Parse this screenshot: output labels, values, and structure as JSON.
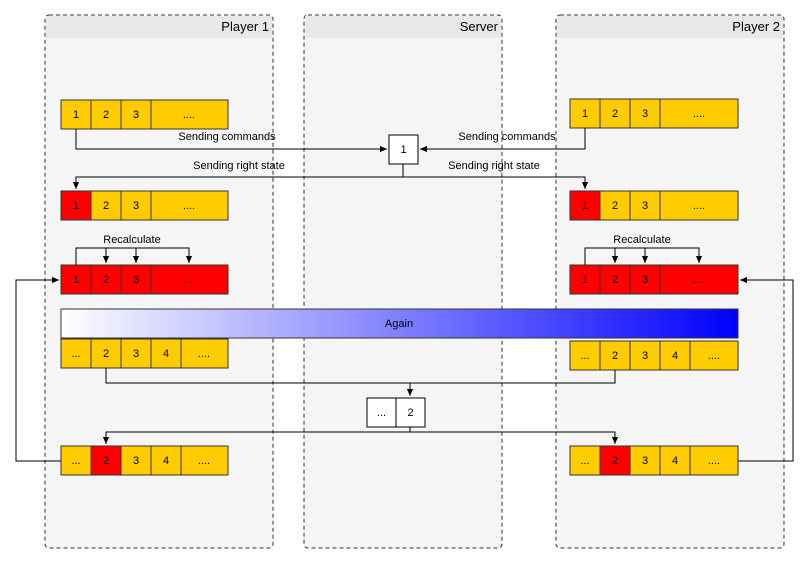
{
  "lanes": {
    "player1": "Player 1",
    "server": "Server",
    "player2": "Player 2"
  },
  "cells": {
    "one": "1",
    "two": "2",
    "three": "3",
    "four": "4",
    "four_dots": "....",
    "ellipsis": "..."
  },
  "labels": {
    "sending_commands": "Sending commands",
    "sending_right_state": "Sending right state",
    "recalculate": "Recalculate",
    "again": "Again"
  },
  "colors": {
    "pending": "#ffcc00",
    "corrected": "#ff0000",
    "server_node": "#ffffff",
    "again_gradient_start": "#ffffff",
    "again_gradient_end": "#0000ff"
  }
}
